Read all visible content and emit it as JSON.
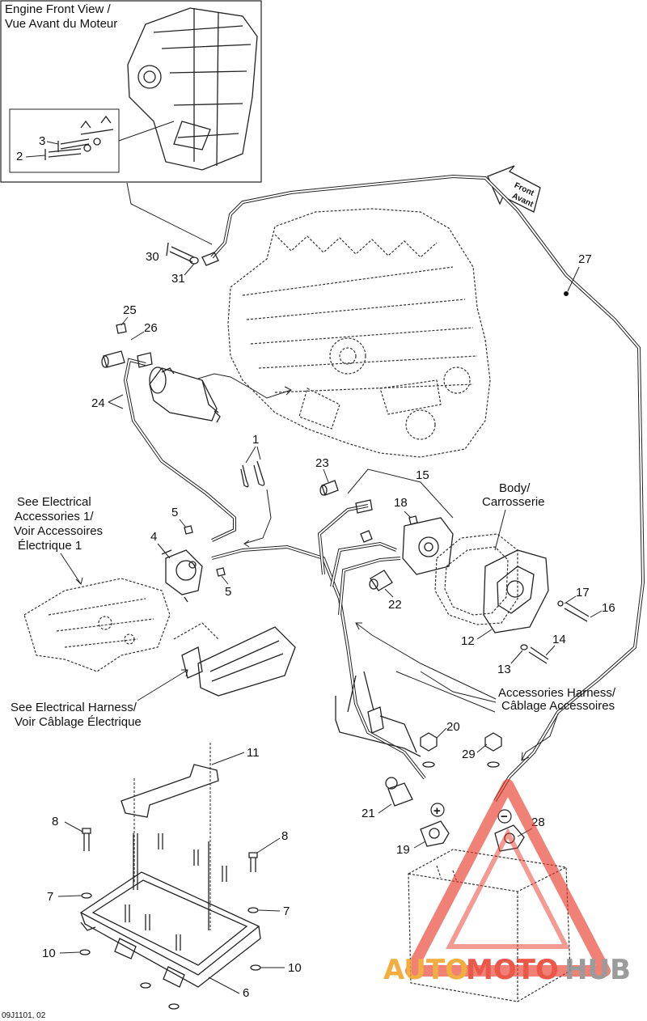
{
  "inset": {
    "title_line1": "Engine Front View /",
    "title_line2": "Vue Avant du Moteur"
  },
  "arrow": {
    "line1": "Front",
    "line2": "Avant"
  },
  "callouts": {
    "body_line1": "Body/",
    "body_line2": "Carrosserie",
    "electrical_accessories_line1": "See Electrical",
    "electrical_accessories_line2": "Accessories 1/",
    "electrical_accessories_line3": "Voir Accessoires",
    "electrical_accessories_line4": "Électrique 1",
    "electrical_harness_line1": "See Electrical Harness/",
    "electrical_harness_line2": "Voir Câblage Électrique",
    "accessories_harness_line1": "Accessories Harness/",
    "accessories_harness_line2": "Câblage Accessoires"
  },
  "parts": {
    "p1": "1",
    "p2": "2",
    "p3": "3",
    "p4": "4",
    "p5a": "5",
    "p5b": "5",
    "p6": "6",
    "p7a": "7",
    "p7b": "7",
    "p8a": "8",
    "p8b": "8",
    "p10a": "10",
    "p10b": "10",
    "p11": "11",
    "p12": "12",
    "p13": "13",
    "p14": "14",
    "p15": "15",
    "p16": "16",
    "p17": "17",
    "p18": "18",
    "p19": "19",
    "p20": "20",
    "p21": "21",
    "p22": "22",
    "p23": "23",
    "p24": "24",
    "p25": "25",
    "p26": "26",
    "p27": "27",
    "p28": "28",
    "p29": "29",
    "p30": "30",
    "p31": "31"
  },
  "terminals": {
    "positive": "+",
    "negative": "−"
  },
  "footer": {
    "code": "09J1101, 02"
  },
  "watermark": {
    "part1": "AUTO",
    "part2": "MOTO",
    "part3": "HUB",
    "color_orange": "#f0a020",
    "color_red": "#e83a2a",
    "color_gray": "#8a8a8a"
  }
}
